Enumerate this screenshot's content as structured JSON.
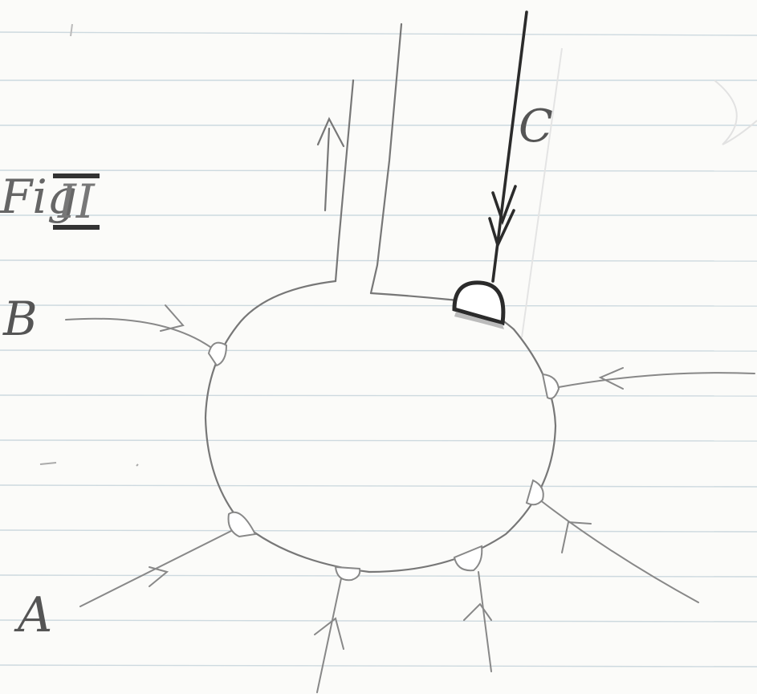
{
  "figure": {
    "caption_prefix": "Fig",
    "caption_number": "II"
  },
  "labels": {
    "a": "A",
    "b": "B",
    "c": "C"
  },
  "colors": {
    "paper": "#fbfbf9",
    "rule_line": "#c9d6dd",
    "pencil": "#7a7a7a",
    "pen": "#2b2b2b"
  }
}
